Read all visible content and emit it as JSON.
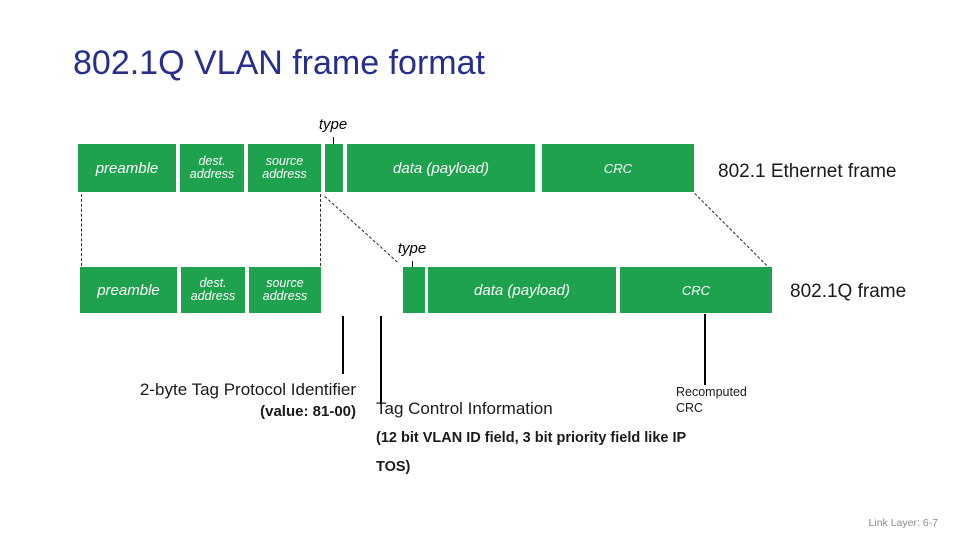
{
  "title": "802.1Q VLAN frame format",
  "colors": {
    "segment_green": "#1fa24e",
    "title_blue": "#272e8e",
    "text_black": "#1a1a1a",
    "footer_gray": "#8c8c8c"
  },
  "ethernet_frame": {
    "caption": "802.1 Ethernet frame",
    "type_pointer_label": "type",
    "segments": {
      "preamble": "preamble",
      "dest_address": "dest.\naddress",
      "source_address": "source\naddress",
      "type": "",
      "data": "data (payload)",
      "crc": "CRC"
    }
  },
  "vlan_frame": {
    "caption": "802.1Q frame",
    "type_pointer_label": "type",
    "segments": {
      "preamble": "preamble",
      "dest_address": "dest.\naddress",
      "source_address": "source\naddress",
      "type": "",
      "data": "data (payload)",
      "crc": "CRC"
    }
  },
  "annotations": {
    "tpid_title": "2-byte Tag Protocol Identifier",
    "tpid_value": "(value: 81-00)",
    "tci_title": "Tag Control Information",
    "tci_detail": "(12 bit VLAN ID field, 3 bit priority field like IP\nTOS)",
    "recomputed_crc": "Recomputed\nCRC"
  },
  "footer": "Link Layer: 6-7"
}
